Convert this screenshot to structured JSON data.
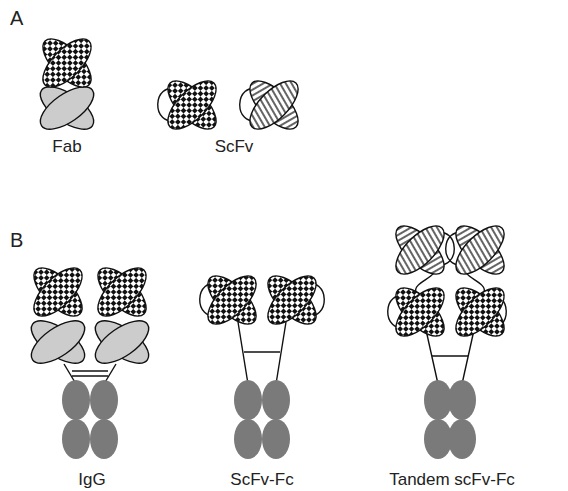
{
  "diagram": {
    "labels": [
      "A",
      "Fab",
      "ScFv",
      "B",
      "IgG",
      "ScFv-Fc",
      "Tandem scFv-Fc"
    ]
  }
}
